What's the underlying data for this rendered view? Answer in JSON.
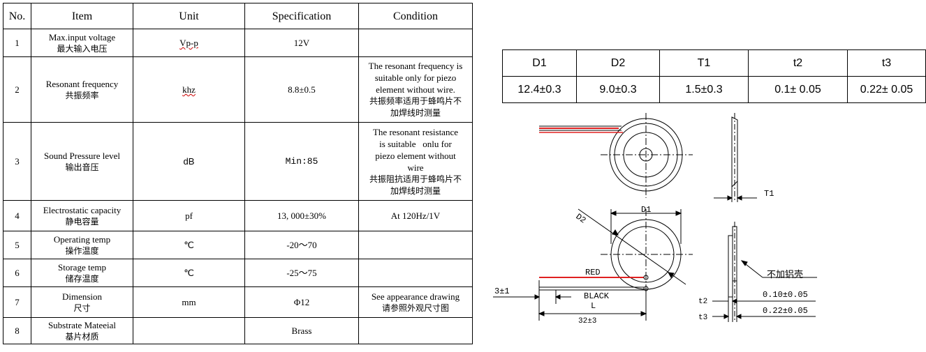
{
  "spec_table": {
    "headers": [
      "No.",
      "Item",
      "Unit",
      "Specification",
      "Condition"
    ],
    "rows": [
      {
        "no": "1",
        "item_en": "Max.input voltage",
        "item_zh": "最大输入电压",
        "unit": "Vp-p",
        "spec": "12V",
        "cond": ""
      },
      {
        "no": "2",
        "item_en": "Resonant frequency",
        "item_zh": "共振频率",
        "unit": "khz",
        "spec": "8.8±0.5",
        "cond_en": [
          "The resonant frequency is",
          "suitable only for piezo",
          "element without wire."
        ],
        "cond_zh": [
          "共振频率适用于蜂鸣片不",
          "加焊线时测量"
        ]
      },
      {
        "no": "3",
        "item_en": "Sound Pressure level",
        "item_zh": "输出音压",
        "unit": "dB",
        "spec": "Min:85",
        "cond_en": [
          "The resonant resistance",
          "is suitable   onlu for",
          "piezo element without",
          "wire"
        ],
        "cond_zh": [
          "共振阻抗适用于蜂鸣片不",
          "加焊线时测量"
        ]
      },
      {
        "no": "4",
        "item_en": "Electrostatic capacity",
        "item_zh": "静电容量",
        "unit": "pf",
        "spec": "13, 000±30%",
        "cond": "At 120Hz/1V"
      },
      {
        "no": "5",
        "item_en": "Operating temp",
        "item_zh": "操作温度",
        "unit": "℃",
        "spec": "-20～70",
        "cond": ""
      },
      {
        "no": "6",
        "item_en": "Storage temp",
        "item_zh": "储存温度",
        "unit": "℃",
        "spec": "-25～75",
        "cond": ""
      },
      {
        "no": "7",
        "item_en": "Dimension",
        "item_zh": "尺寸",
        "unit": "mm",
        "spec": "Φ12",
        "cond_en": [
          "See appearance drawing"
        ],
        "cond_zh": [
          "请参照外观尺寸图"
        ]
      },
      {
        "no": "8",
        "item_en": "Substrate Mateeial",
        "item_zh": "基片材质",
        "unit": "",
        "spec": "Brass",
        "cond": ""
      }
    ]
  },
  "dimension_table": {
    "headers": [
      "D1",
      "D2",
      "T1",
      "t2",
      "t3"
    ],
    "values": [
      "12.4±0.3",
      "9.0±0.3",
      "1.5±0.3",
      "0.1± 0.05",
      "0.22± 0.05"
    ]
  },
  "drawing": {
    "labels": {
      "t1": "T1",
      "d1": "D1",
      "d2": "D2",
      "red": "RED",
      "black": "BLACK",
      "l": "L",
      "strip": "3±1",
      "lead": "32±3",
      "no_shell": "不加铝壳",
      "t2": "t2",
      "t3": "t3",
      "t2_val": "0.10±0.05",
      "t3_val": "0.22±0.05"
    },
    "colors": {
      "red_wire": "#e02020",
      "line": "#000000"
    }
  }
}
